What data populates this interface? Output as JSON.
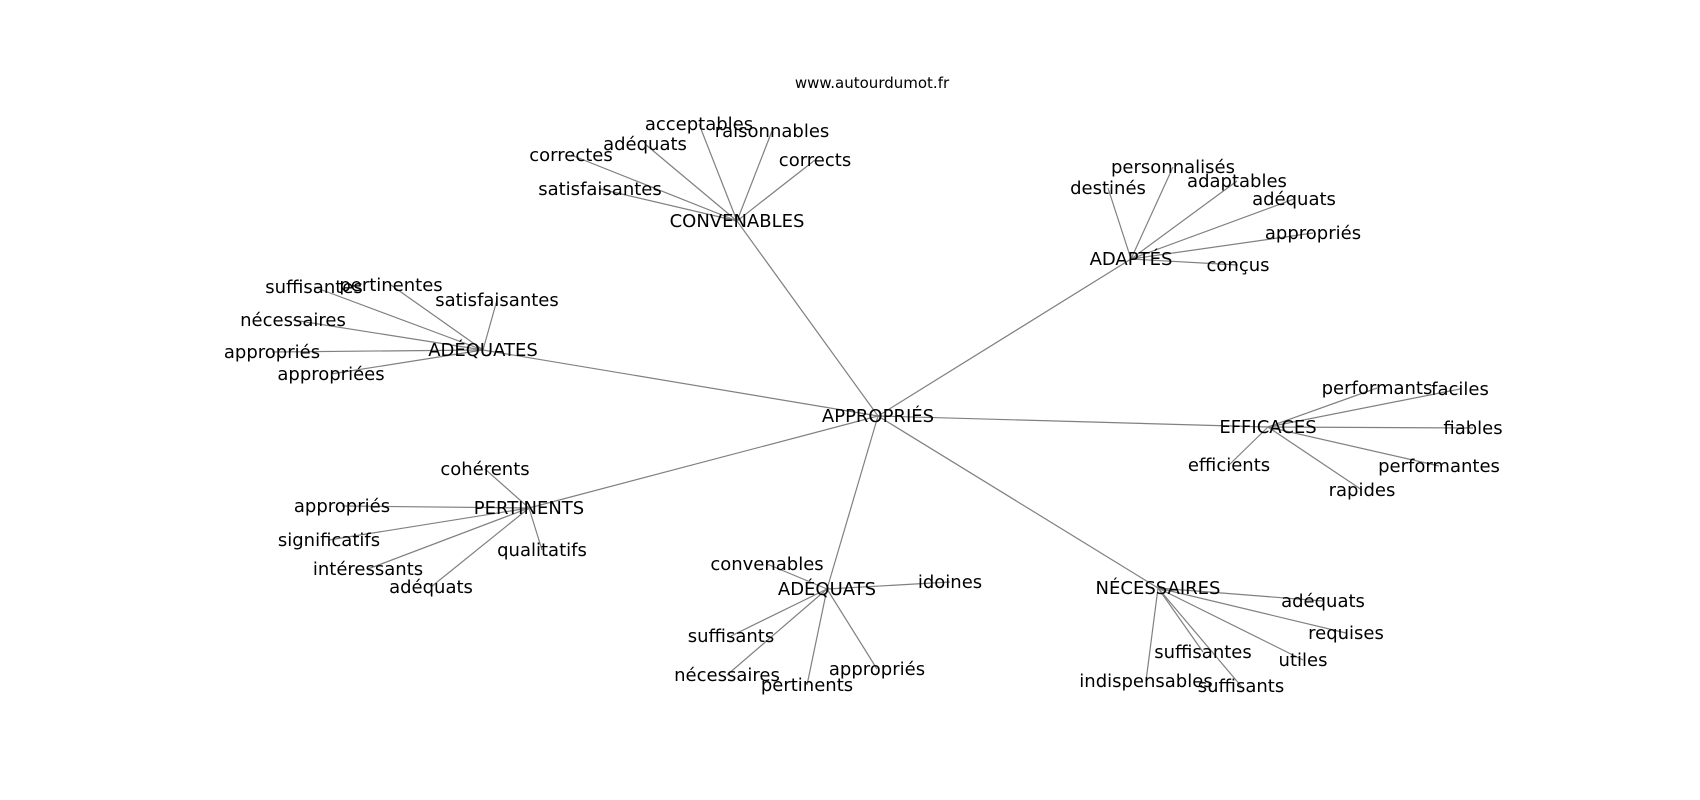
{
  "source": "www.autourdumot.fr",
  "root": {
    "label": "APPROPRIÉS"
  },
  "groups": [
    {
      "label": "CONVENABLES",
      "words": [
        "correctes",
        "adéquats",
        "acceptables",
        "raisonnables",
        "corrects",
        "satisfaisantes"
      ]
    },
    {
      "label": "ADAPTÉS",
      "words": [
        "destinés",
        "personnalisés",
        "adaptables",
        "adéquats",
        "appropriés",
        "conçus"
      ]
    },
    {
      "label": "ADÉQUATES",
      "words": [
        "suffisantes",
        "pertinentes",
        "satisfaisantes",
        "nécessaires",
        "appropriés",
        "appropriées"
      ]
    },
    {
      "label": "EFFICACES",
      "words": [
        "performants",
        "faciles",
        "fiables",
        "performantes",
        "rapides",
        "efficients"
      ]
    },
    {
      "label": "PERTINENTS",
      "words": [
        "cohérents",
        "appropriés",
        "significatifs",
        "intéressants",
        "adéquats",
        "qualitatifs"
      ]
    },
    {
      "label": "ADÉQUATS",
      "words": [
        "convenables",
        "idoines",
        "suffisants",
        "nécessaires",
        "pertinents",
        "appropriés"
      ]
    },
    {
      "label": "NÉCESSAIRES",
      "words": [
        "adéquats",
        "requises",
        "utiles",
        "suffisantes",
        "suffisants",
        "indispensables"
      ]
    }
  ]
}
